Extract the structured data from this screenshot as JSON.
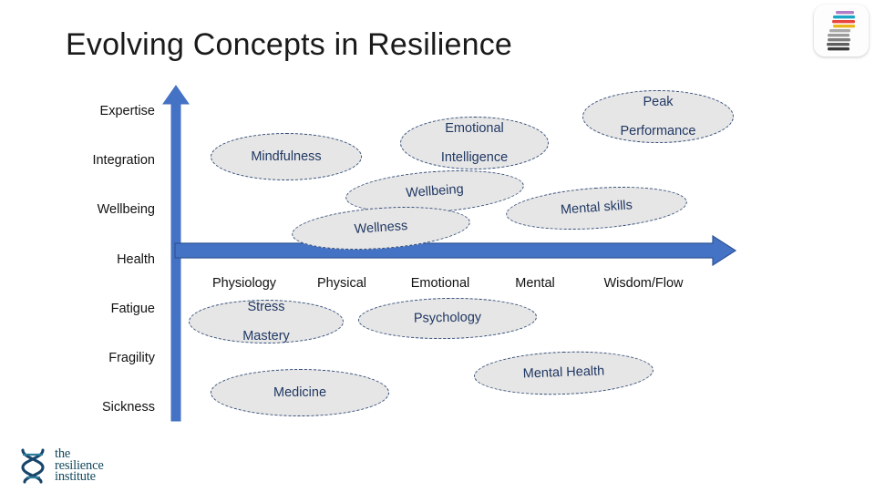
{
  "slide": {
    "title": "Evolving Concepts in Resilience",
    "background_color": "#FFFFFF"
  },
  "colors": {
    "axis_blue": "#4472C4",
    "axis_outline": "#2F5597",
    "bubble_fill": "#E7E6E6",
    "bubble_border": "#2F4B78",
    "bubble_text": "#1F3864",
    "axis_label_text": "#111111",
    "title_text": "#1A1A1A",
    "brand_text": "#12495E"
  },
  "chart_data": {
    "type": "scatter",
    "title": "Evolving Concepts in Resilience",
    "xlabel": "",
    "ylabel": "",
    "grid": false,
    "legend": null,
    "x_axis": {
      "name": "x-axis",
      "arrow": "right",
      "tick_labels": [
        "Physiology",
        "Physical",
        "Emotional",
        "Mental",
        "Wisdom/Flow"
      ]
    },
    "y_axis": {
      "name": "y-axis",
      "arrow": "up",
      "tick_labels": [
        "Expertise",
        "Integration",
        "Wellbeing",
        "Health",
        "Fatigue",
        "Fragility",
        "Sickness"
      ]
    },
    "points": [
      {
        "label": "Mindfulness",
        "x": "Physiology",
        "y": "Integration"
      },
      {
        "label": "Emotional Intelligence",
        "x": "Emotional",
        "y": "Integration"
      },
      {
        "label": "Peak Performance",
        "x": "Wisdom/Flow",
        "y": "Expertise"
      },
      {
        "label": "Wellbeing",
        "x": "Emotional",
        "y": "Wellbeing"
      },
      {
        "label": "Mental skills",
        "x": "Mental",
        "y": "Wellbeing"
      },
      {
        "label": "Wellness",
        "x": "Physical",
        "y": "Wellbeing"
      },
      {
        "label": "Stress Mastery",
        "x": "Physiology",
        "y": "Fatigue"
      },
      {
        "label": "Psychology",
        "x": "Emotional",
        "y": "Fatigue"
      },
      {
        "label": "Medicine",
        "x": "Physiology",
        "y": "Sickness"
      },
      {
        "label": "Mental Health",
        "x": "Mental",
        "y": "Fragility"
      }
    ]
  },
  "bubbles": [
    {
      "id": "mindfulness",
      "text": "Mindfulness",
      "lines": [
        "Mindfulness"
      ]
    },
    {
      "id": "emotional-intelligence",
      "text": "Emotional Intelligence",
      "lines": [
        "Emotional",
        "Intelligence"
      ]
    },
    {
      "id": "peak-performance",
      "text": "Peak Performance",
      "lines": [
        "Peak",
        "Performance"
      ]
    },
    {
      "id": "wellbeing",
      "text": "Wellbeing",
      "lines": [
        "Wellbeing"
      ]
    },
    {
      "id": "mental-skills",
      "text": "Mental skills",
      "lines": [
        "Mental skills"
      ]
    },
    {
      "id": "wellness",
      "text": "Wellness",
      "lines": [
        "Wellness"
      ]
    },
    {
      "id": "stress-mastery",
      "text": "Stress Mastery",
      "lines": [
        "Stress",
        "Mastery"
      ]
    },
    {
      "id": "psychology",
      "text": "Psychology",
      "lines": [
        "Psychology"
      ]
    },
    {
      "id": "medicine",
      "text": "Medicine",
      "lines": [
        "Medicine"
      ]
    },
    {
      "id": "mental-health",
      "text": "Mental Health",
      "lines": [
        "Mental Health"
      ]
    }
  ],
  "brand": {
    "line1": "the",
    "line2": "resilience",
    "line3": "institute",
    "icon": "dna-helix-icon"
  },
  "corner_logo": {
    "icon": "stacked-bars-app-icon",
    "bar_colors": [
      "#B07CC6",
      "#1BA7C4",
      "#E8453C",
      "#E8B71A",
      "#A9A9A9",
      "#9B9B9B",
      "#8A8A8A",
      "#6F6F6F",
      "#5A5A5A",
      "#454545",
      "#2B2B2B"
    ]
  }
}
